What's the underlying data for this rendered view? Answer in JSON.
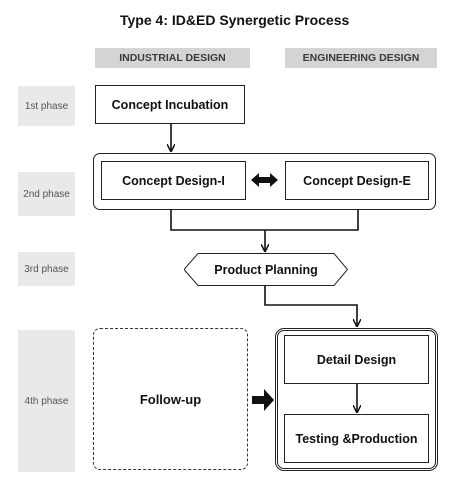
{
  "title": "Type 4: ID&ED Synergetic Process",
  "columns": {
    "industrial": "INDUSTRIAL DESIGN",
    "engineering": "ENGINEERING DESIGN"
  },
  "phases": [
    "1st phase",
    "2nd phase",
    "3rd phase",
    "4th phase"
  ],
  "nodes": {
    "concept_incubation": "Concept Incubation",
    "concept_design_i": "Concept Design-I",
    "concept_design_e": "Concept Design-E",
    "product_planning": "Product Planning",
    "follow_up": "Follow-up",
    "detail_design": "Detail Design",
    "testing_production": "Testing &Production"
  }
}
